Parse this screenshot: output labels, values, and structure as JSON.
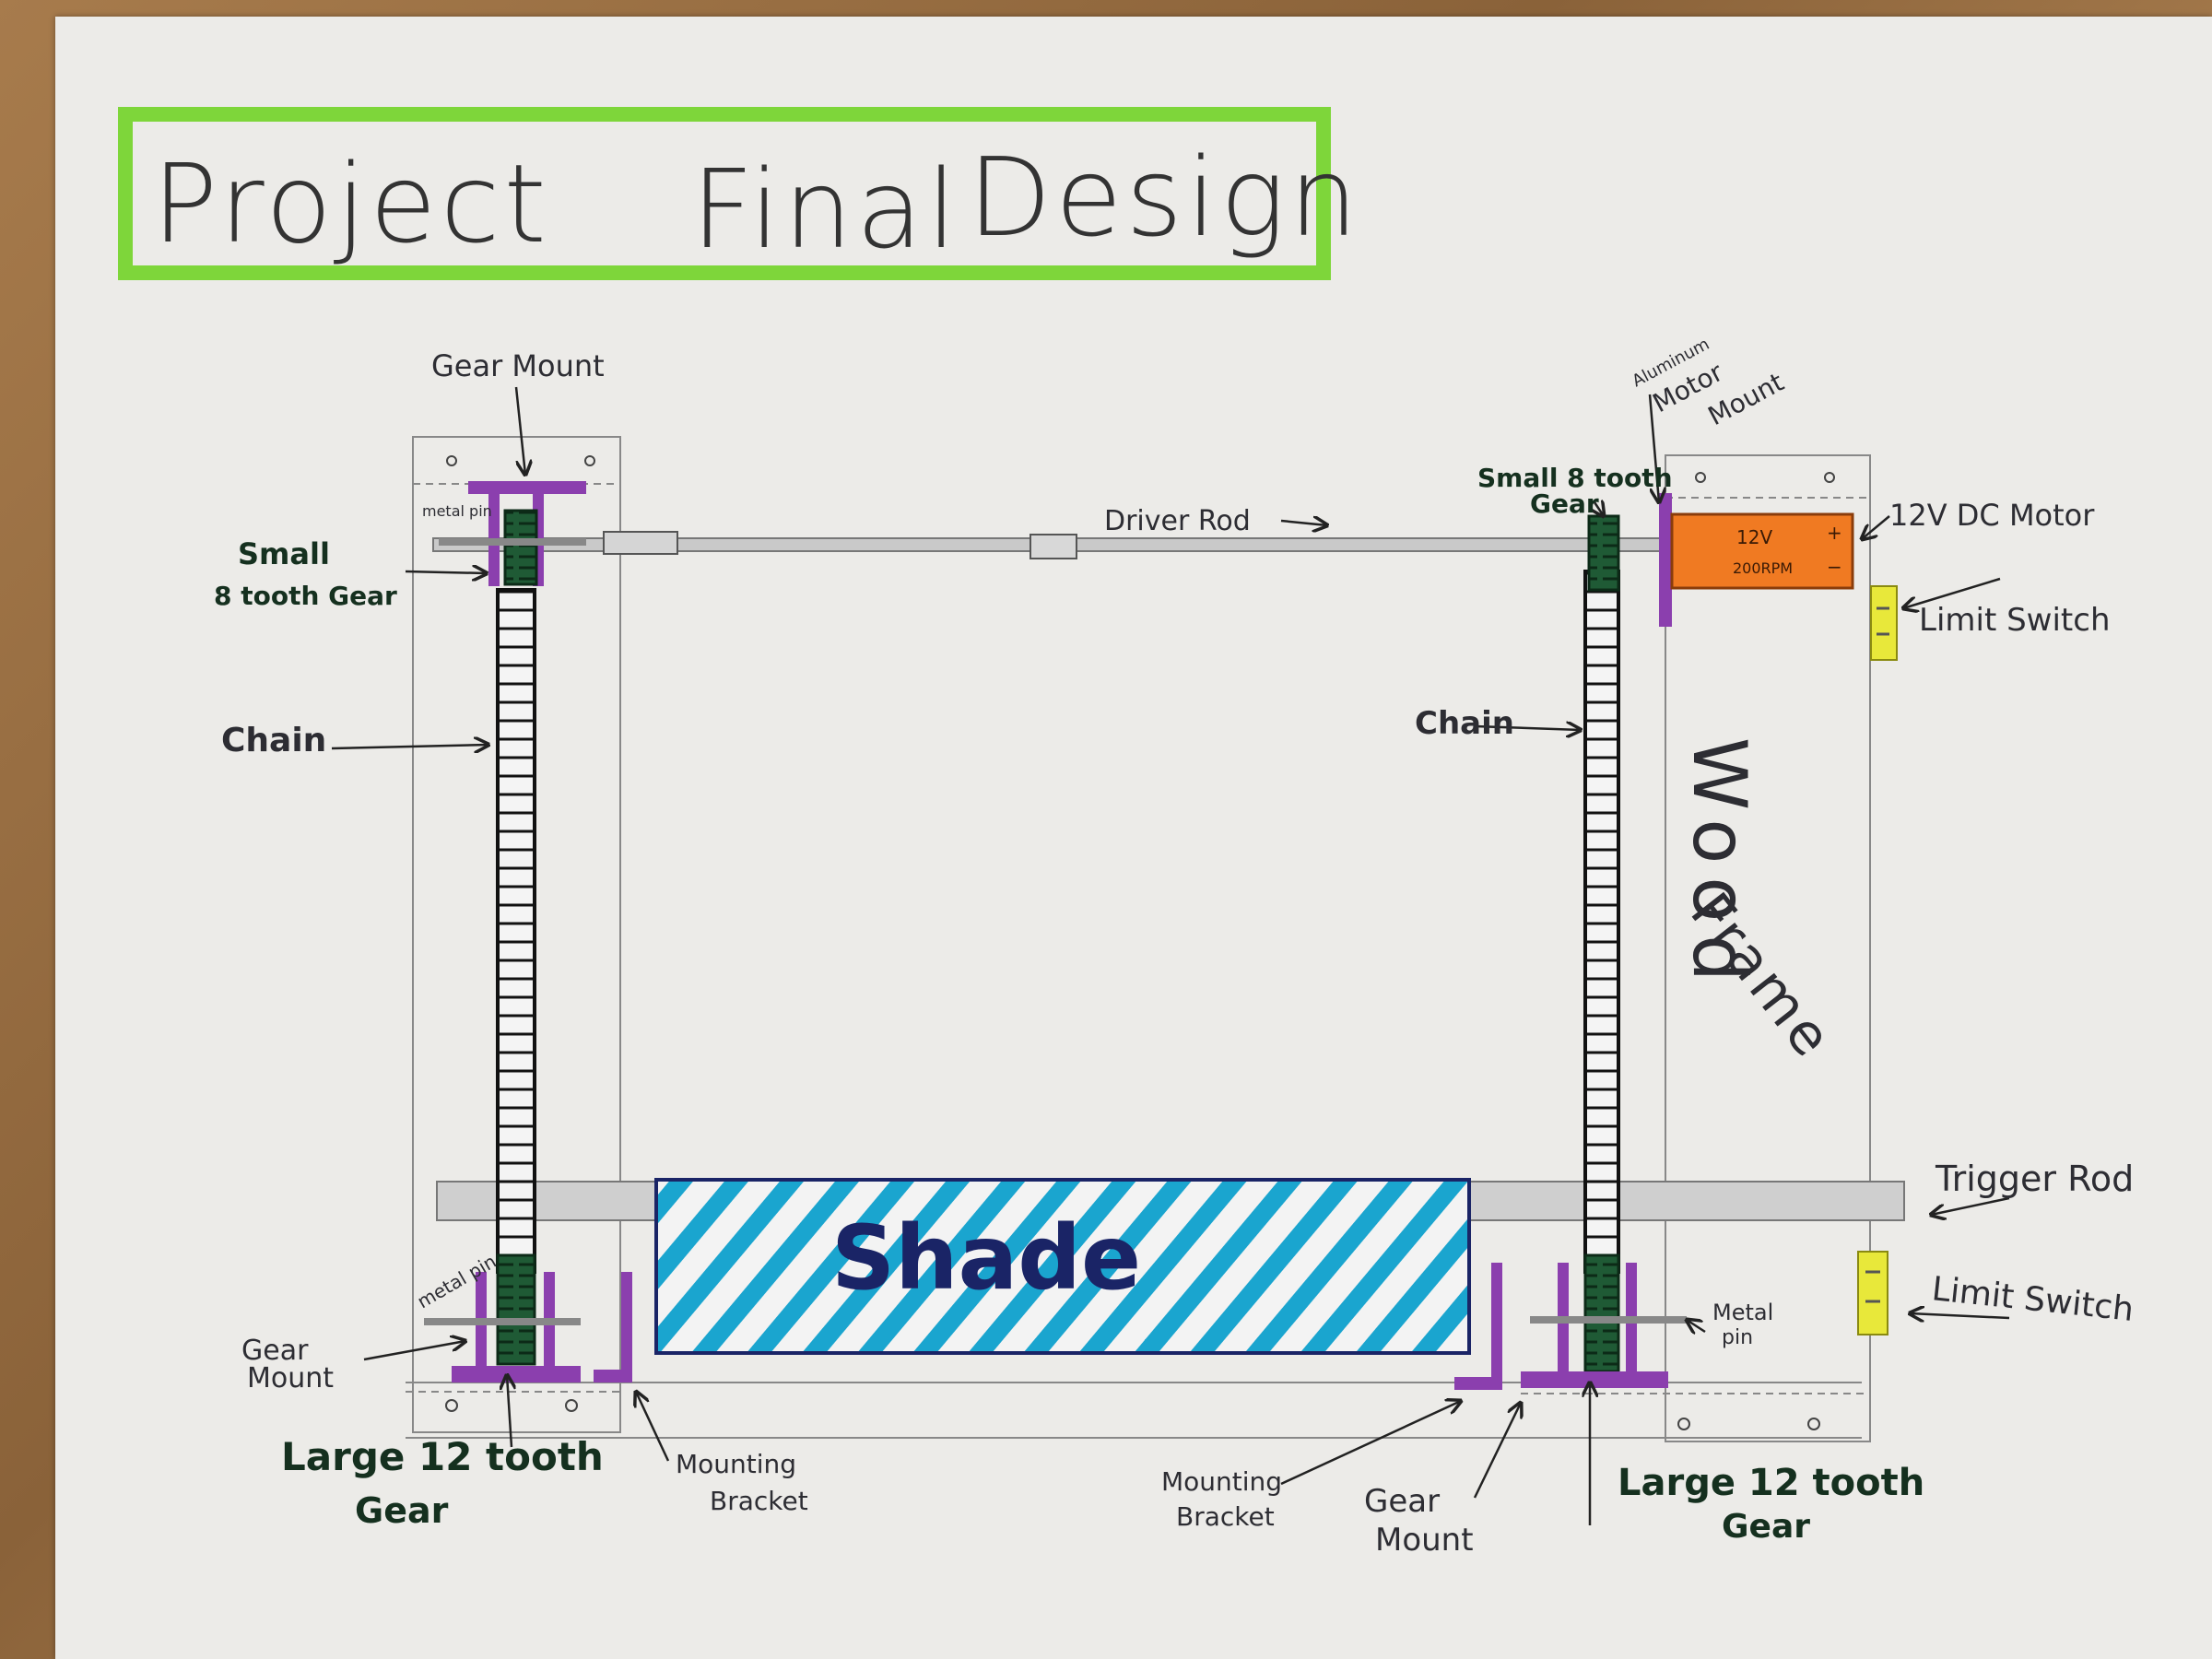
{
  "title": {
    "word1": "Project",
    "word2": "Final",
    "word3": "Design"
  },
  "labels": {
    "gear_mount_top": "Gear Mount",
    "metal_pin_top": "metal pin",
    "small_gear_left": [
      "Small",
      "8 tooth Gear"
    ],
    "chain_left": "Chain",
    "driver_rod": "Driver Rod",
    "aluminum_motor_mount": [
      "Aluminum",
      "Motor",
      "Mount"
    ],
    "small_gear_right": [
      "Small 8 tooth",
      "Gear"
    ],
    "dc_motor": "12V DC Motor",
    "motor_text": [
      "12V",
      "200RPM"
    ],
    "limit_switch_top": "Limit Switch",
    "chain_right": "Chain",
    "wood": "Wood",
    "frame": "Frame",
    "trigger_rod": "Trigger Rod",
    "shade": "Shade",
    "limit_switch_bottom": "Limit Switch",
    "metal_pin_bottom_left": "metal pin",
    "gear_mount_bottom_left": [
      "Gear",
      "Mount"
    ],
    "large_gear_left": [
      "Large 12 tooth",
      "Gear"
    ],
    "mounting_bracket_left": [
      "Mounting",
      "Bracket"
    ],
    "metal_pin_bottom_right": [
      "Metal",
      "pin"
    ],
    "mounting_bracket_right": [
      "Mounting",
      "Bracket"
    ],
    "gear_mount_bottom_right": [
      "Gear",
      "Mount"
    ],
    "large_gear_right": [
      "Large 12 tooth",
      "Gear"
    ]
  },
  "colors": {
    "title_border": "#7ed63a",
    "purple": "#8b3fae",
    "gear_green": "#1f5a35",
    "motor_orange": "#f07a22",
    "switch_yellow": "#e8e83a",
    "shade_blue": "#1aa5cf",
    "shade_text": "#1a2466"
  }
}
